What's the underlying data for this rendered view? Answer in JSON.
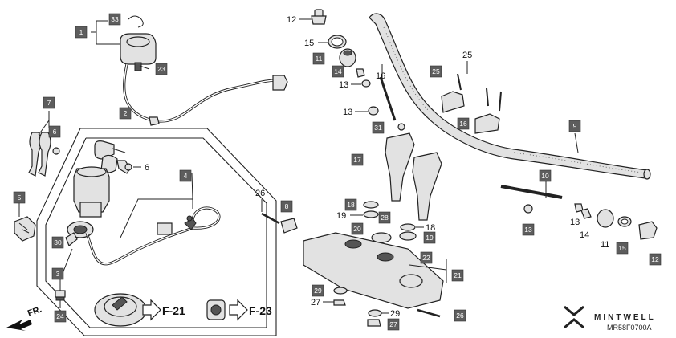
{
  "callouts": [
    {
      "id": "c1",
      "text": "1"
    },
    {
      "id": "c2",
      "text": "2"
    },
    {
      "id": "c3",
      "text": "3"
    },
    {
      "id": "c4",
      "text": "4"
    },
    {
      "id": "c5",
      "text": "5"
    },
    {
      "id": "c7",
      "text": "7"
    },
    {
      "id": "c8",
      "text": "8"
    },
    {
      "id": "c9",
      "text": "9"
    },
    {
      "id": "c10",
      "text": "10"
    },
    {
      "id": "c11a",
      "text": "11"
    },
    {
      "id": "c12",
      "text": "12"
    },
    {
      "id": "c13",
      "text": "13"
    },
    {
      "id": "c14",
      "text": "14"
    },
    {
      "id": "c15",
      "text": "15"
    },
    {
      "id": "c16",
      "text": "16"
    },
    {
      "id": "c17",
      "text": "17"
    },
    {
      "id": "c18",
      "text": "18"
    },
    {
      "id": "c19",
      "text": "19"
    },
    {
      "id": "c20",
      "text": "20"
    },
    {
      "id": "c21",
      "text": "21"
    },
    {
      "id": "c22",
      "text": "22"
    },
    {
      "id": "c23",
      "text": "23"
    },
    {
      "id": "c24",
      "text": "24"
    },
    {
      "id": "c25",
      "text": "25"
    },
    {
      "id": "c26",
      "text": "26"
    },
    {
      "id": "c27",
      "text": "27"
    },
    {
      "id": "c28",
      "text": "28"
    },
    {
      "id": "c29",
      "text": "29"
    },
    {
      "id": "c30",
      "text": "30"
    },
    {
      "id": "c31",
      "text": "31"
    },
    {
      "id": "c33",
      "text": "33"
    },
    {
      "id": "c6",
      "text": "6"
    }
  ],
  "labels": [
    {
      "id": "l6",
      "text": "6"
    },
    {
      "id": "l12",
      "text": "12"
    },
    {
      "id": "l15",
      "text": "15"
    },
    {
      "id": "l13a",
      "text": "13"
    },
    {
      "id": "l13b",
      "text": "13"
    },
    {
      "id": "l16",
      "text": "16"
    },
    {
      "id": "l25",
      "text": "25"
    },
    {
      "id": "l26",
      "text": "26"
    },
    {
      "id": "l19",
      "text": "19"
    },
    {
      "id": "l18",
      "text": "18"
    },
    {
      "id": "l13c",
      "text": "13"
    },
    {
      "id": "l14",
      "text": "14"
    },
    {
      "id": "l11",
      "text": "11"
    },
    {
      "id": "l27",
      "text": "27"
    },
    {
      "id": "l29",
      "text": "29"
    }
  ],
  "refs": {
    "f21": "F-21",
    "f23": "F-23"
  },
  "direction": "FR.",
  "brand": "MINTWELL",
  "diagram_code": "MR58F0700A"
}
